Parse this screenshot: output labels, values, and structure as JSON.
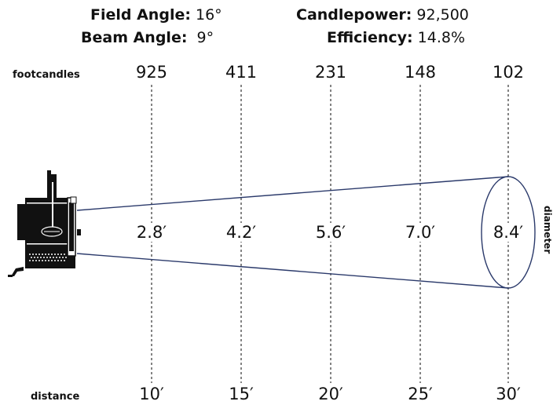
{
  "specs": {
    "field_angle_label": "Field Angle:",
    "field_angle_value": "16°",
    "beam_angle_label": "Beam Angle:",
    "beam_angle_value": "9°",
    "candlepower_label": "Candlepower:",
    "candlepower_value": "92,500",
    "efficiency_label": "Efficiency:",
    "efficiency_value": "14.8%"
  },
  "labels": {
    "footcandles": "footcandles",
    "distance": "distance",
    "diameter": "diameter"
  },
  "columns": [
    {
      "footcandles": "925",
      "diameter": "2.8′",
      "distance": "10′"
    },
    {
      "footcandles": "411",
      "diameter": "4.2′",
      "distance": "15′"
    },
    {
      "footcandles": "231",
      "diameter": "5.6′",
      "distance": "20′"
    },
    {
      "footcandles": "148",
      "diameter": "7.0′",
      "distance": "25′"
    },
    {
      "footcandles": "102",
      "diameter": "8.4′",
      "distance": "30′"
    }
  ],
  "colors": {
    "beam": "#2b3a6b",
    "text": "#111111"
  },
  "icons": {
    "fixture": "fresnel-light-fixture-icon"
  }
}
